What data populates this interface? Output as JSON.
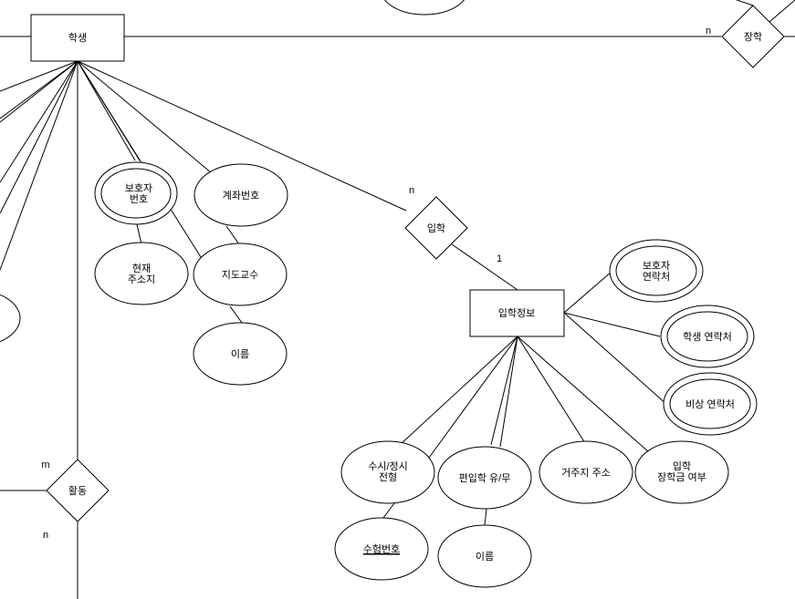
{
  "entities": {
    "student": "학생",
    "admission_info": "입학정보"
  },
  "relationships": {
    "scholarship": "장학",
    "admission": "입학",
    "activity": "활동"
  },
  "attributes": {
    "guardian_number": [
      "보호자",
      "번호"
    ],
    "account_number": "계좌번호",
    "current_address": [
      "현재",
      "주소지"
    ],
    "advisor": "지도교수",
    "advisor_name": "이름",
    "guardian_contact": [
      "보호자",
      "연락처"
    ],
    "student_contact": "학생 연락처",
    "emergency_contact": "비상 연락처",
    "admission_type": [
      "수시/정시",
      "전형"
    ],
    "transfer": "편입학 유/무",
    "residence_address": "거주지 주소",
    "admission_scholarship": [
      "입학",
      "장학금 여부"
    ],
    "exam_number": "수험번호",
    "name": "이름"
  },
  "cardinalities": {
    "student_scholarship": "n",
    "student_admission": "n",
    "admission_info": "1",
    "activity_top": "m",
    "activity_bottom": "n"
  }
}
